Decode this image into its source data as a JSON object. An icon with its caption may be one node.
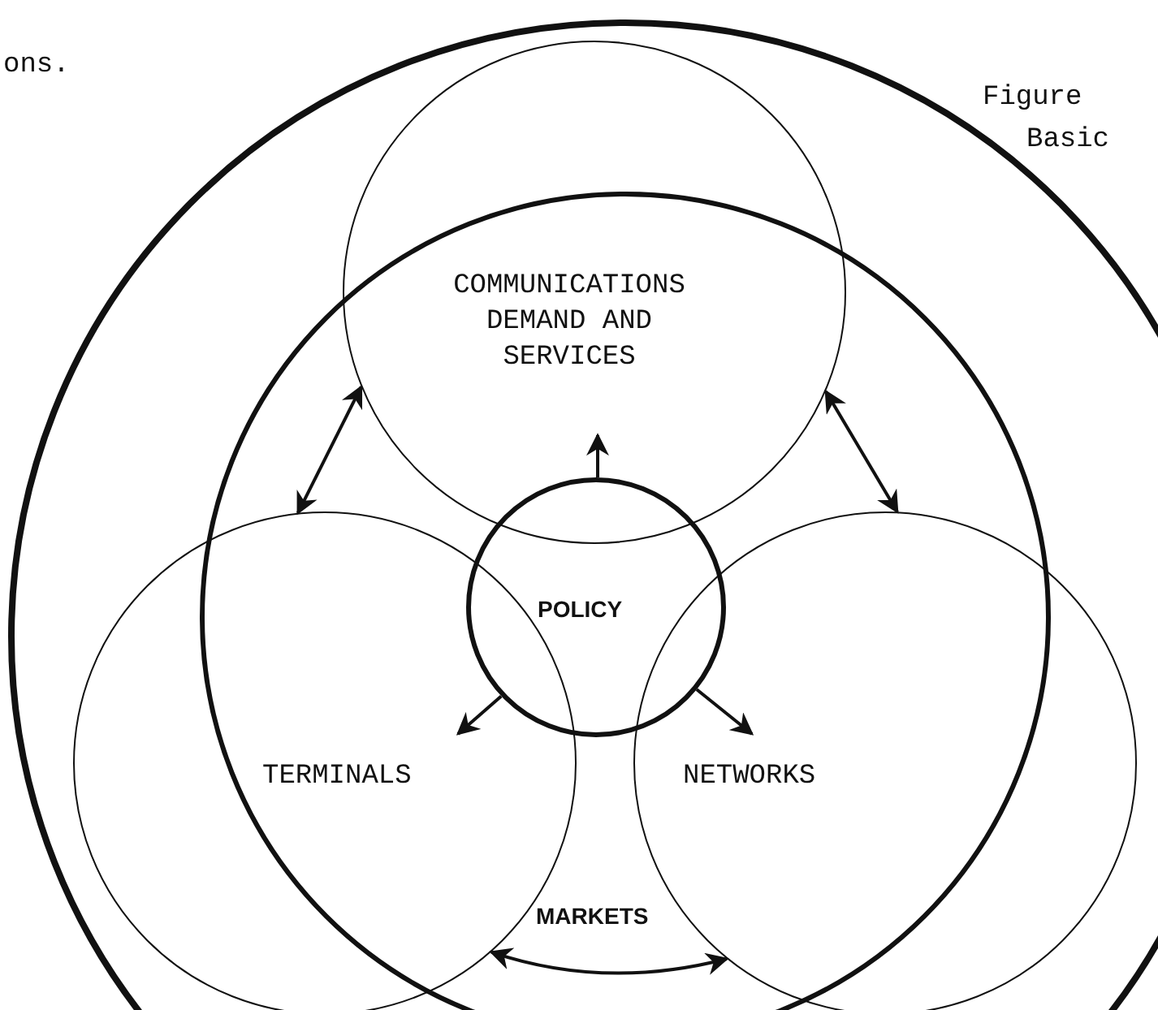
{
  "diagram": {
    "nodes": [
      {
        "text": [],
        "shape": "circle"
      },
      {
        "text": [],
        "shape": "circle",
        "in": 0
      },
      {
        "text": [
          "COMMUNICATIONS DEMAND AND SERVICES"
        ],
        "in": 0
      },
      {
        "text": [
          "TERMINALS"
        ],
        "in": 0
      },
      {
        "text": [
          "NETWORKS"
        ],
        "in": 0
      },
      {
        "text": [
          "POLICY"
        ],
        "in": 1
      }
    ],
    "edges": [
      {
        "from": 2,
        "to": 3,
        "arrow": "both"
      },
      {
        "from": 2,
        "to": 4,
        "arrow": "both"
      },
      {
        "from": 3,
        "to": 4,
        "arrow": "both",
        "label": "MARKETS"
      },
      {
        "from": 5,
        "to": 2,
        "arrow": "to"
      },
      {
        "from": 5,
        "to": 3,
        "arrow": "to"
      },
      {
        "from": 5,
        "to": 4,
        "arrow": "to"
      }
    ],
    "labels": [
      "ons.",
      "Figure",
      "Basic"
    ]
  }
}
